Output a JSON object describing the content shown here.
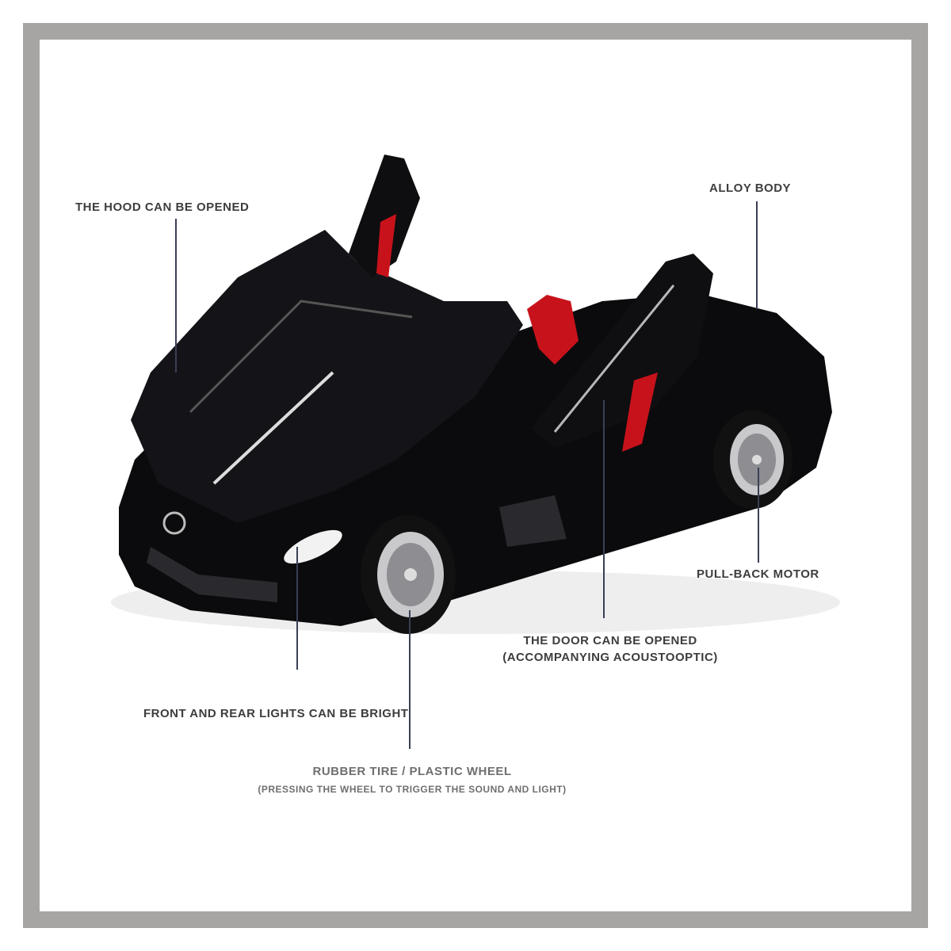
{
  "callouts": {
    "hood": "THE HOOD CAN BE OPENED",
    "alloy": "ALLOY BODY",
    "motor": "PULL-BACK MOTOR",
    "door_line1": "THE DOOR CAN BE OPENED",
    "door_line2": "(ACCOMPANYING ACOUSTOOPTIC)",
    "lights": "FRONT AND REAR LIGHTS CAN BE BRIGHT",
    "tire_line1": "RUBBER TIRE / PLASTIC WHEEL",
    "tire_line2": "(PRESSING THE WHEEL TO TRIGGER THE SOUND AND LIGHT)"
  },
  "colors": {
    "frame": "#a7a4a4",
    "car_body": "#0b0b0d",
    "seat": "#c8121b",
    "leader_line": "#3a3f55"
  }
}
